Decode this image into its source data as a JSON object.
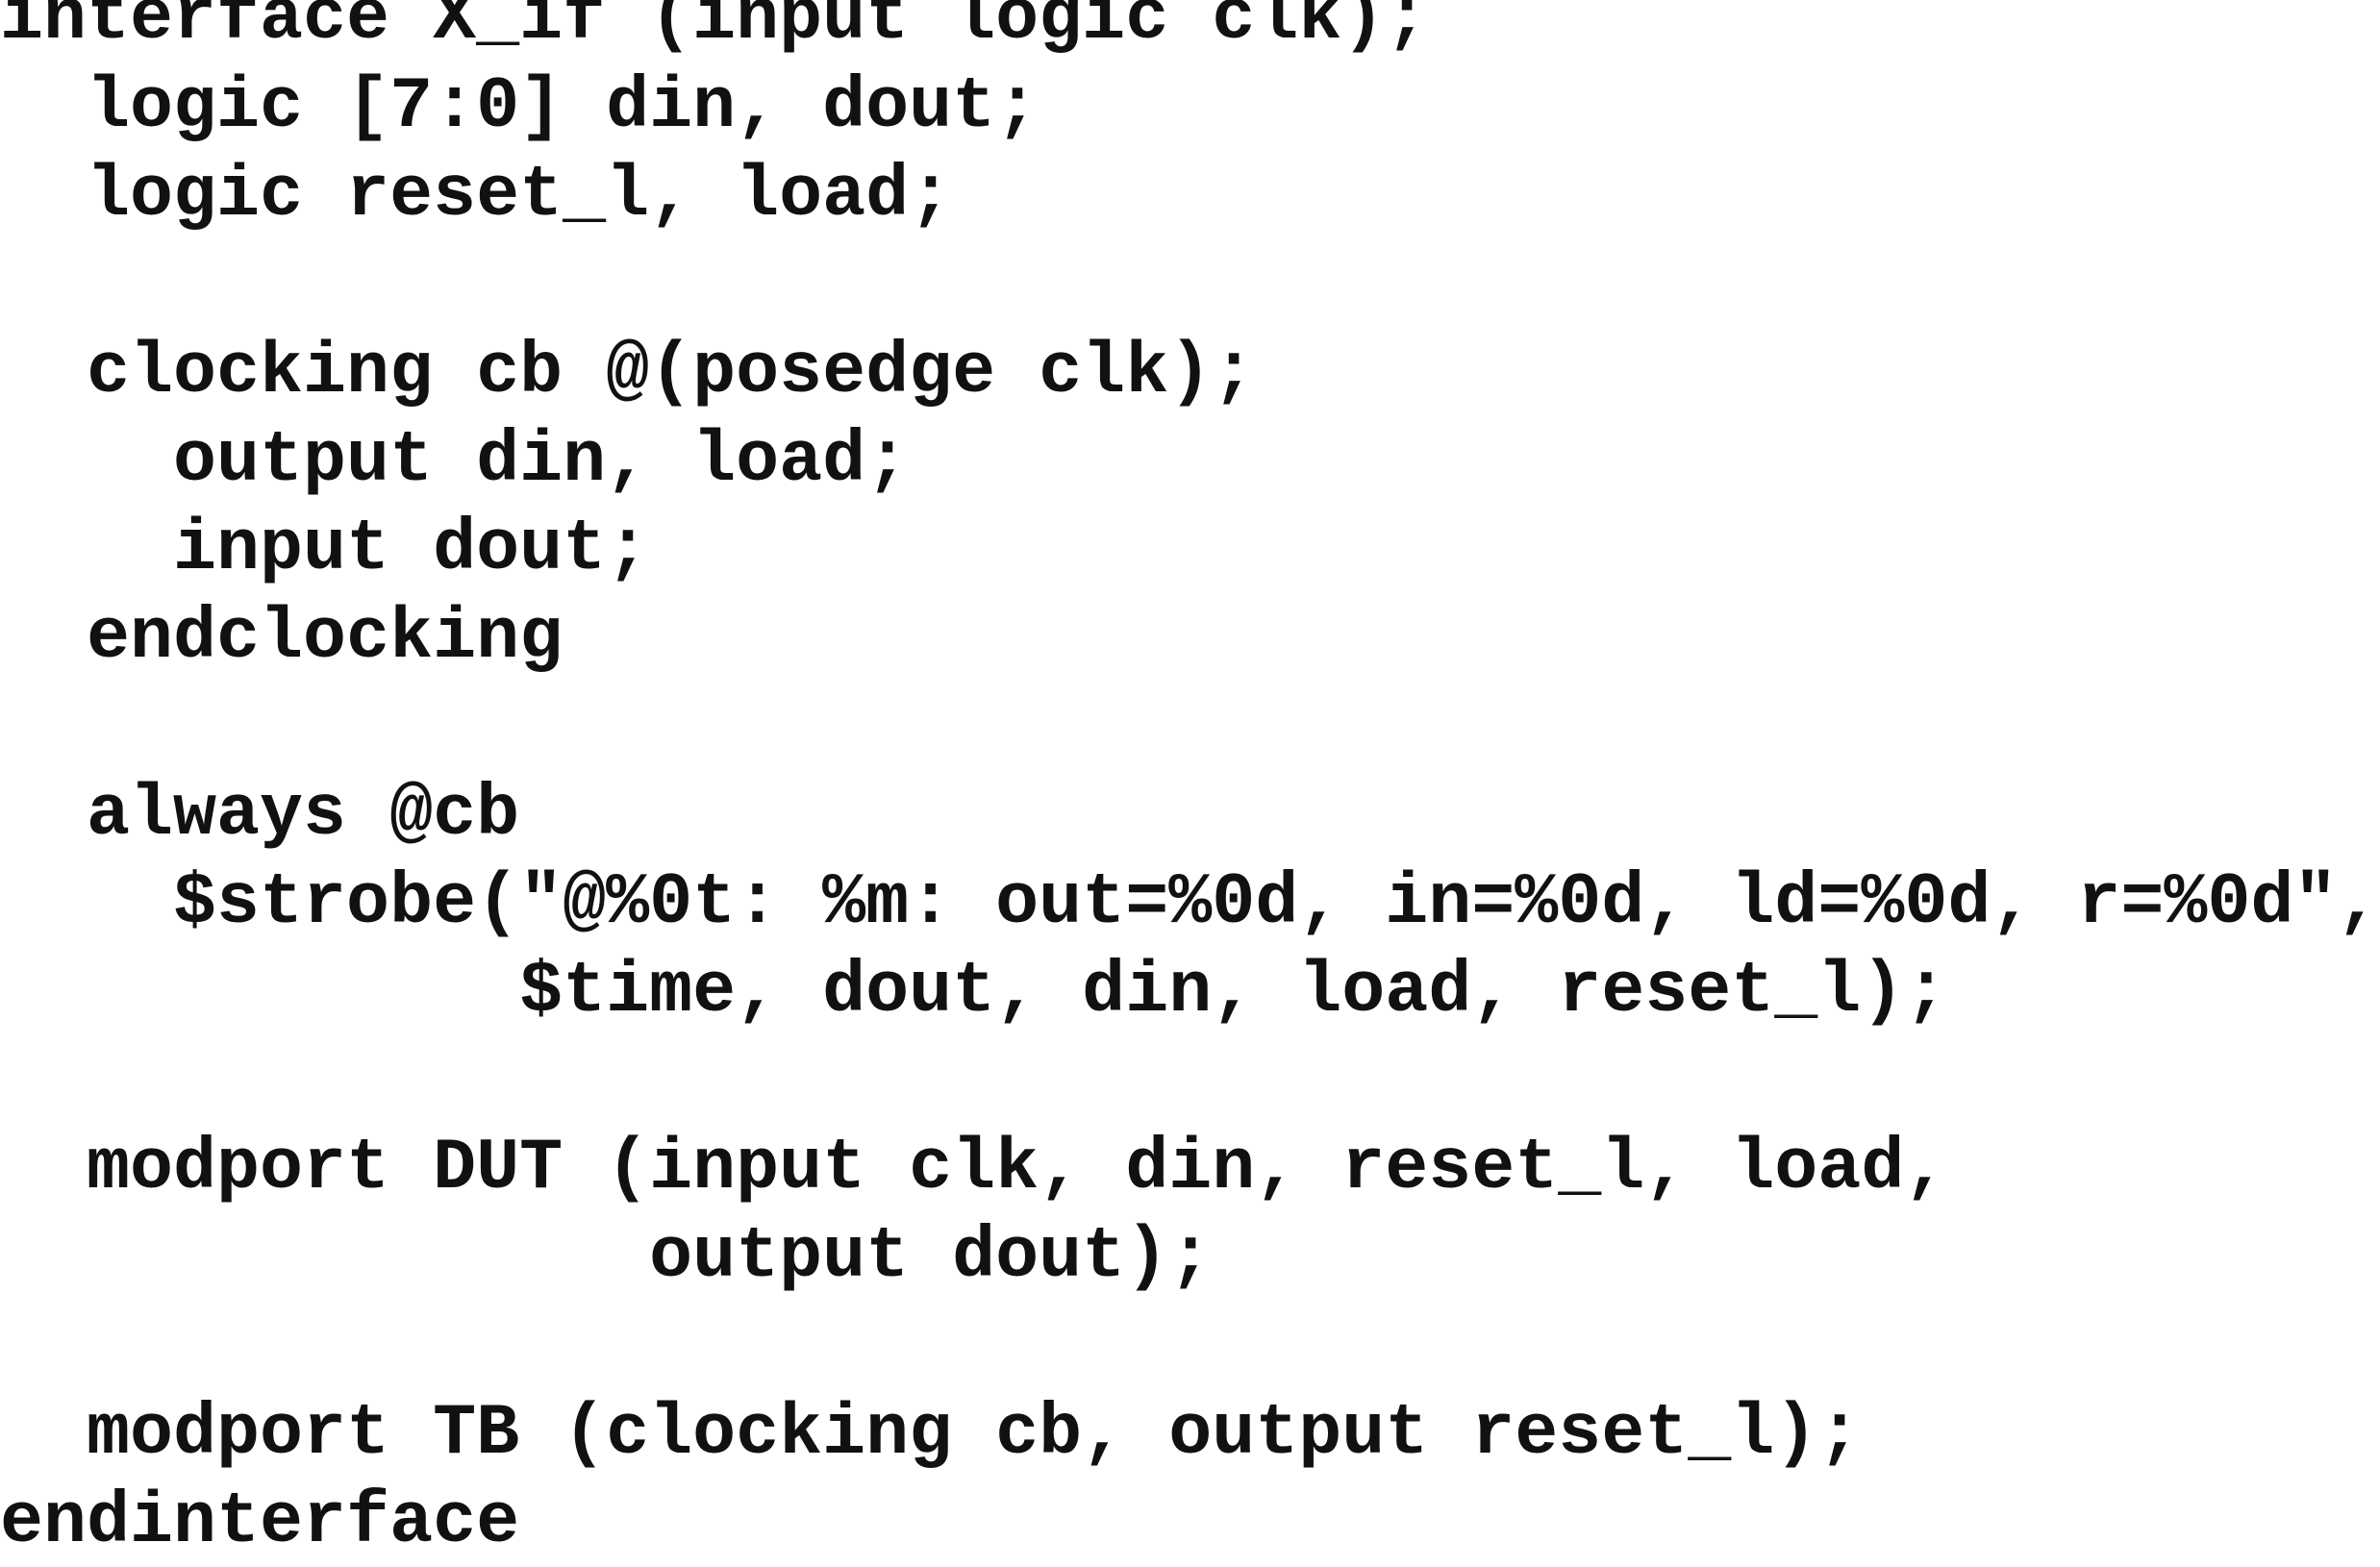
{
  "code": {
    "lines": [
      "interface X_if (input logic clk);",
      "  logic [7:0] din, dout;",
      "  logic reset_l, load;",
      "",
      "  clocking cb @(posedge clk);",
      "    output din, load;",
      "    input dout;",
      "  endclocking",
      "",
      "  always @cb",
      "    $strobe(\"@%0t: %m: out=%0d, in=%0d, ld=%0d, r=%0d\",",
      "            $time, dout, din, load, reset_l);",
      "",
      "  modport DUT (input clk, din, reset_l, load,",
      "               output dout);",
      "",
      "  modport TB (clocking cb, output reset_l);",
      "endinterface"
    ]
  }
}
